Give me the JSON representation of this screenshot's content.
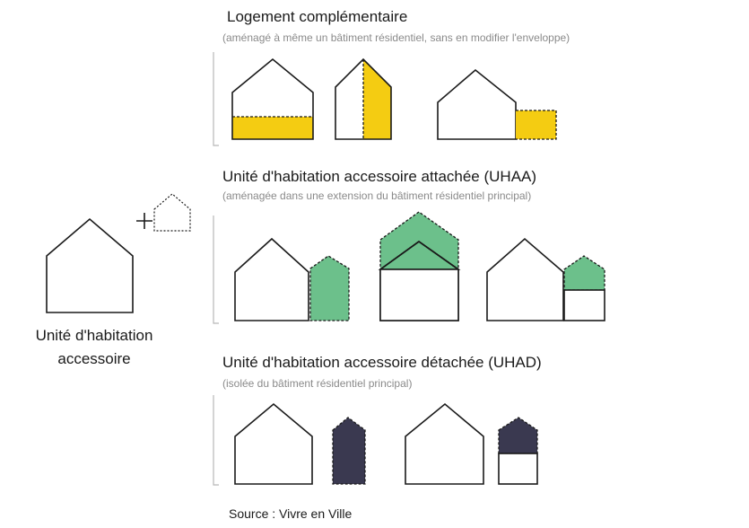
{
  "colors": {
    "outline": "#1a1a1a",
    "yellow": "#f4cc12",
    "green": "#6cc08b",
    "navy": "#3a3950",
    "bracket": "#b8b8b8"
  },
  "left": {
    "label_line1": "Unité d'habitation",
    "label_line2": "accessoire",
    "plus": "+"
  },
  "sections": [
    {
      "title": "Logement complémentaire",
      "subtitle": "(aménagé à même un bâtiment résidentiel, sans en modifier l'enveloppe)"
    },
    {
      "title": "Unité d'habitation accessoire attachée (UHAA)",
      "subtitle": "(aménagée dans une extension du bâtiment résidentiel principal)"
    },
    {
      "title": "Unité d'habitation accessoire détachée (UHAD)",
      "subtitle": "(isolée du bâtiment résidentiel principal)"
    }
  ],
  "source": "Source : Vivre en Ville",
  "icons": [
    "house-icon",
    "dotted-house-icon",
    "plus-icon"
  ]
}
